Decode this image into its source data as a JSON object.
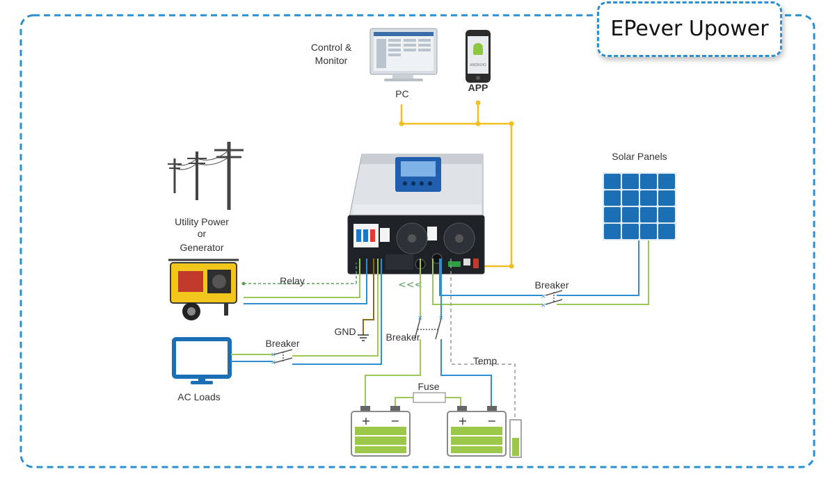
{
  "title": "EPever Upower",
  "labels": {
    "control_line1": "Control &",
    "control_line2": "Monitor",
    "pc": "PC",
    "app": "APP",
    "solar": "Solar Panels",
    "utility_line1": "Utility Power",
    "utility_line2": "or",
    "utility_line3": "Generator",
    "relay": "Relay",
    "breaker_pv": "Breaker",
    "breaker_ac": "Breaker",
    "breaker_batt": "Breaker",
    "gnd": "GND",
    "ac_loads": "AC Loads",
    "fuse": "Fuse",
    "temp": "Temp",
    "relay_arrows": "<<<",
    "plus1": "+",
    "minus1": "−",
    "plus2": "+",
    "minus2": "−",
    "app_screen": "ANDROID"
  },
  "colors": {
    "frame": "#2a8fd0",
    "comm": "#f0c020",
    "ac_blue": "#2f8fd0",
    "green": "#9cc85a",
    "battery": "#9cc84a",
    "inverter_body": "#1e2227",
    "solar_cell": "#1b6fb5",
    "generator": "#f2c61a",
    "ground": "#8b6b1a"
  },
  "icons": [
    "pc-monitor-icon",
    "android-phone-icon",
    "utility-poles-icon",
    "generator-icon",
    "inverter-charger-icon",
    "solar-panel-icon",
    "monitor-icon",
    "battery-icon",
    "temp-sensor-icon",
    "ground-icon",
    "fuse-icon",
    "breaker-switch-icon"
  ]
}
